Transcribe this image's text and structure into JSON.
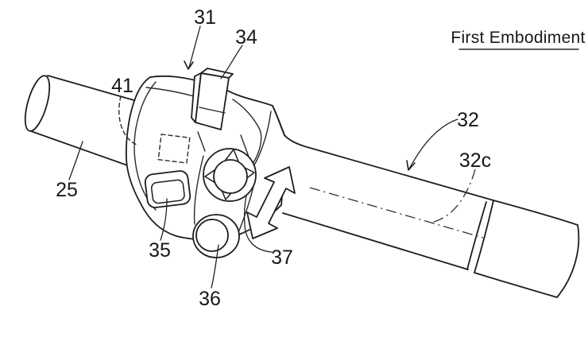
{
  "figure": {
    "heading": "First Embodiment",
    "ref_labels": {
      "n25": "25",
      "n31": "31",
      "n32": "32",
      "n32c": "32c",
      "n34": "34",
      "n35": "35",
      "n36": "36",
      "n37": "37",
      "n41": "41"
    }
  }
}
